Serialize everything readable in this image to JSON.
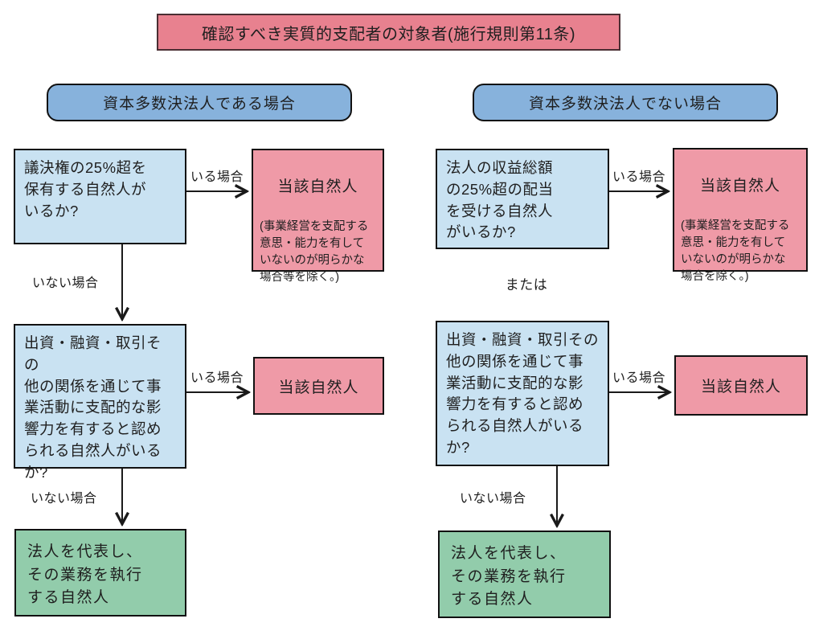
{
  "title": "確認すべき実質的支配者の対象者(施行規則第11条)",
  "labels": {
    "yes": "いる場合",
    "no": "いない場合",
    "or": "または"
  },
  "left": {
    "header": "資本多数決法人である場合",
    "q1": "議決権の25%超を\n保有する自然人が\nいるか?",
    "q2": "出資・融資・取引その\n他の関係を通じて事\n業活動に支配的な影\n響力を有すると認め\nられる自然人がいる\nか?",
    "result1_title": "当該自然人",
    "result1_note": "(事業経営を支配する\n意思・能力を有して\nいないのが明らかな\n場合等を除く。)",
    "result2": "当該自然人",
    "final": "法人を代表し、\nその業務を執行\nする自然人"
  },
  "right": {
    "header": "資本多数決法人でない場合",
    "q1": "法人の収益総額\nの25%超の配当\nを受ける自然人\nがいるか?",
    "q2": "出資・融資・取引その\n他の関係を通じて事\n業活動に支配的な影\n響力を有すると認め\nられる自然人がいる\nか?",
    "result1_title": "当該自然人",
    "result1_note": "(事業経営を支配する\n意思・能力を有して\nいないのが明らかな\n場合を除く。)",
    "result2": "当該自然人",
    "final": "法人を代表し、\nその業務を執行\nする自然人"
  },
  "colors": {
    "title_fill": "#e8818f",
    "title_border": "#4a2e33",
    "header_fill": "#87b2dc",
    "question_fill": "#c9e2f2",
    "result_fill": "#ef9aa7",
    "final_fill": "#92ccab",
    "border": "#111111",
    "arrow": "#1a1a1a"
  }
}
